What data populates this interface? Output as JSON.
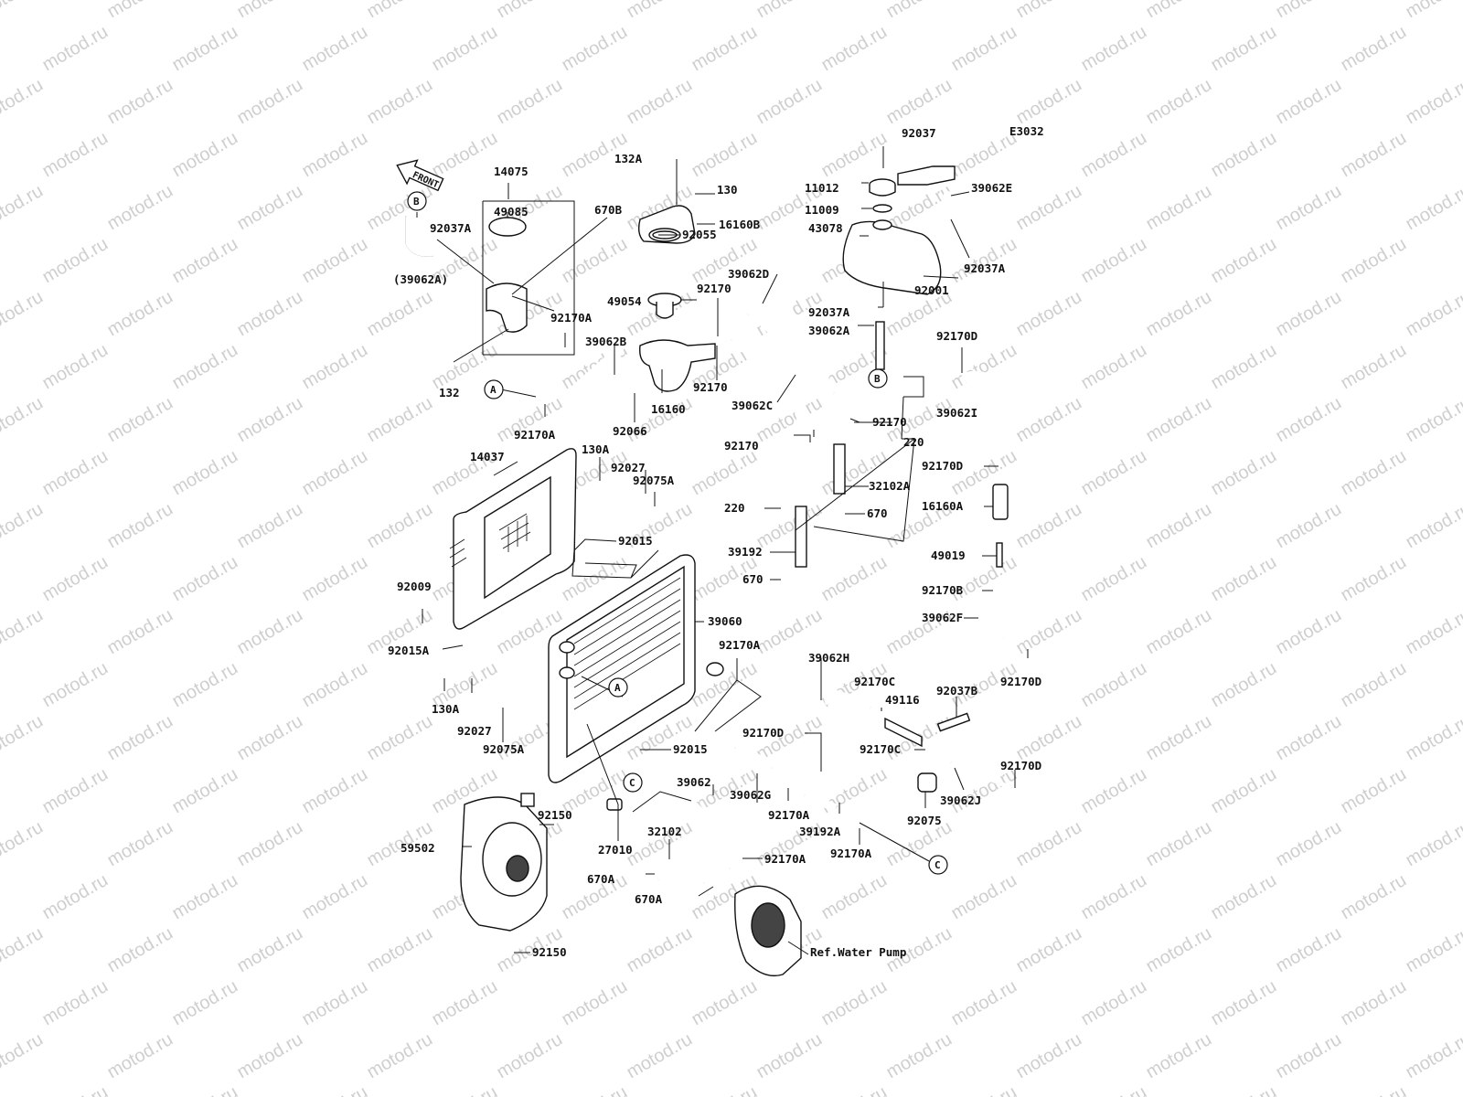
{
  "diagram_code": "E3032",
  "front_label": "FRONT",
  "watermark": "motod.ru",
  "parts": [
    {
      "id": "p-14075",
      "label": "14075"
    },
    {
      "id": "p-49085",
      "label": "49085"
    },
    {
      "id": "p-92037A-1",
      "label": "92037A"
    },
    {
      "id": "p-39062A-paren",
      "label": "(39062A)"
    },
    {
      "id": "p-670B",
      "label": "670B"
    },
    {
      "id": "p-92170A-1",
      "label": "92170A"
    },
    {
      "id": "p-132",
      "label": "132"
    },
    {
      "id": "p-92170A-2",
      "label": "92170A"
    },
    {
      "id": "p-132A",
      "label": "132A"
    },
    {
      "id": "p-130",
      "label": "130"
    },
    {
      "id": "p-16160B",
      "label": "16160B"
    },
    {
      "id": "p-92055",
      "label": "92055"
    },
    {
      "id": "p-49054",
      "label": "49054"
    },
    {
      "id": "p-92170-1",
      "label": "92170"
    },
    {
      "id": "p-39062B",
      "label": "39062B"
    },
    {
      "id": "p-16160",
      "label": "16160"
    },
    {
      "id": "p-92170-2",
      "label": "92170"
    },
    {
      "id": "p-92066",
      "label": "92066"
    },
    {
      "id": "p-39062D",
      "label": "39062D"
    },
    {
      "id": "p-39062C",
      "label": "39062C"
    },
    {
      "id": "p-92037",
      "label": "92037"
    },
    {
      "id": "p-11012",
      "label": "11012"
    },
    {
      "id": "p-11009",
      "label": "11009"
    },
    {
      "id": "p-39062E",
      "label": "39062E"
    },
    {
      "id": "p-43078",
      "label": "43078"
    },
    {
      "id": "p-92037A-2",
      "label": "92037A"
    },
    {
      "id": "p-92001",
      "label": "92001"
    },
    {
      "id": "p-92037A-3",
      "label": "92037A"
    },
    {
      "id": "p-39062A",
      "label": "39062A"
    },
    {
      "id": "p-92170D-1",
      "label": "92170D"
    },
    {
      "id": "p-39062I",
      "label": "39062I"
    },
    {
      "id": "p-92170-3",
      "label": "92170"
    },
    {
      "id": "p-220-1",
      "label": "220"
    },
    {
      "id": "p-92170-4",
      "label": "92170"
    },
    {
      "id": "p-32102A",
      "label": "32102A"
    },
    {
      "id": "p-92170D-2",
      "label": "92170D"
    },
    {
      "id": "p-16160A",
      "label": "16160A"
    },
    {
      "id": "p-220-2",
      "label": "220"
    },
    {
      "id": "p-670-1",
      "label": "670"
    },
    {
      "id": "p-39192",
      "label": "39192"
    },
    {
      "id": "p-670-2",
      "label": "670"
    },
    {
      "id": "p-49019",
      "label": "49019"
    },
    {
      "id": "p-92170B",
      "label": "92170B"
    },
    {
      "id": "p-39062F",
      "label": "39062F"
    },
    {
      "id": "p-92170D-3",
      "label": "92170D"
    },
    {
      "id": "p-14037",
      "label": "14037"
    },
    {
      "id": "p-130A-1",
      "label": "130A"
    },
    {
      "id": "p-92027-1",
      "label": "92027"
    },
    {
      "id": "p-92075A-1",
      "label": "92075A"
    },
    {
      "id": "p-92015-1",
      "label": "92015"
    },
    {
      "id": "p-92009",
      "label": "92009"
    },
    {
      "id": "p-92015A",
      "label": "92015A"
    },
    {
      "id": "p-39060",
      "label": "39060"
    },
    {
      "id": "p-92170A-3",
      "label": "92170A"
    },
    {
      "id": "p-130A-2",
      "label": "130A"
    },
    {
      "id": "p-92027-2",
      "label": "92027"
    },
    {
      "id": "p-92075A-2",
      "label": "92075A"
    },
    {
      "id": "p-92015-2",
      "label": "92015"
    },
    {
      "id": "p-39062H",
      "label": "39062H"
    },
    {
      "id": "p-92170C-1",
      "label": "92170C"
    },
    {
      "id": "p-49116",
      "label": "49116"
    },
    {
      "id": "p-92037B",
      "label": "92037B"
    },
    {
      "id": "p-92170D-4",
      "label": "92170D"
    },
    {
      "id": "p-92170C-2",
      "label": "92170C"
    },
    {
      "id": "p-92170D-5",
      "label": "92170D"
    },
    {
      "id": "p-39062J",
      "label": "39062J"
    },
    {
      "id": "p-92075",
      "label": "92075"
    },
    {
      "id": "p-39062",
      "label": "39062"
    },
    {
      "id": "p-39062G",
      "label": "39062G"
    },
    {
      "id": "p-92170A-4",
      "label": "92170A"
    },
    {
      "id": "p-39192A",
      "label": "39192A"
    },
    {
      "id": "p-92170A-5",
      "label": "92170A"
    },
    {
      "id": "p-92170A-6",
      "label": "92170A"
    },
    {
      "id": "p-27010",
      "label": "27010"
    },
    {
      "id": "p-32102",
      "label": "32102"
    },
    {
      "id": "p-670A-1",
      "label": "670A"
    },
    {
      "id": "p-670A-2",
      "label": "670A"
    },
    {
      "id": "p-92150-1",
      "label": "92150"
    },
    {
      "id": "p-59502",
      "label": "59502"
    },
    {
      "id": "p-92150-2",
      "label": "92150"
    },
    {
      "id": "p-ref-water-pump",
      "label": "Ref.Water Pump"
    }
  ],
  "refs": {
    "a": "A",
    "b": "B",
    "c": "C"
  }
}
